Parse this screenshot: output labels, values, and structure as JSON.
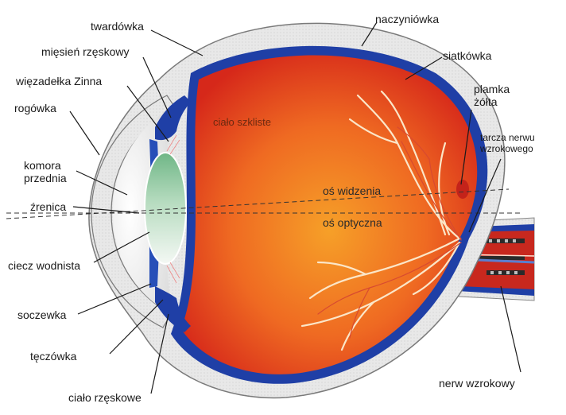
{
  "diagram": {
    "labels": {
      "twardowka": "twardówka",
      "miesien_rzeskowy": "mięsień rzęskowy",
      "wiezadelka_zinna": "więzadełka Zinna",
      "rogowka": "rogówka",
      "komora_przednia_1": "komora",
      "komora_przednia_2": "przednia",
      "zrenica": "źrenica",
      "ciecz_wodnista": "ciecz wodnista",
      "soczewka": "soczewka",
      "teczowka": "tęczówka",
      "cialo_rzeskowe": "ciało rzęskowe",
      "naczyniowka": "naczyniówka",
      "siatkowka": "siatkówka",
      "plamka_zolta_1": "plamka",
      "plamka_zolta_2": "żółta",
      "tarcza_nerwu_1": "tarcza nerwu",
      "tarcza_nerwu_2": "wzrokowego",
      "nerw_wzrokowy": "nerw wzrokowy",
      "cialo_szkliste": "ciało szkliste",
      "os_widzenia": "oś widzenia",
      "os_optyczna": "oś optyczna"
    },
    "colors": {
      "sclera": "#e6e6e6",
      "choroid": "#1f3fa6",
      "vitreous_center": "#f6a028",
      "vitreous_edge": "#d6281a",
      "lens_top": "#73b98a",
      "lens_bottom": "#f2f7f2",
      "vessel": "#fbe6c8",
      "nerve": "#c8281e"
    }
  }
}
